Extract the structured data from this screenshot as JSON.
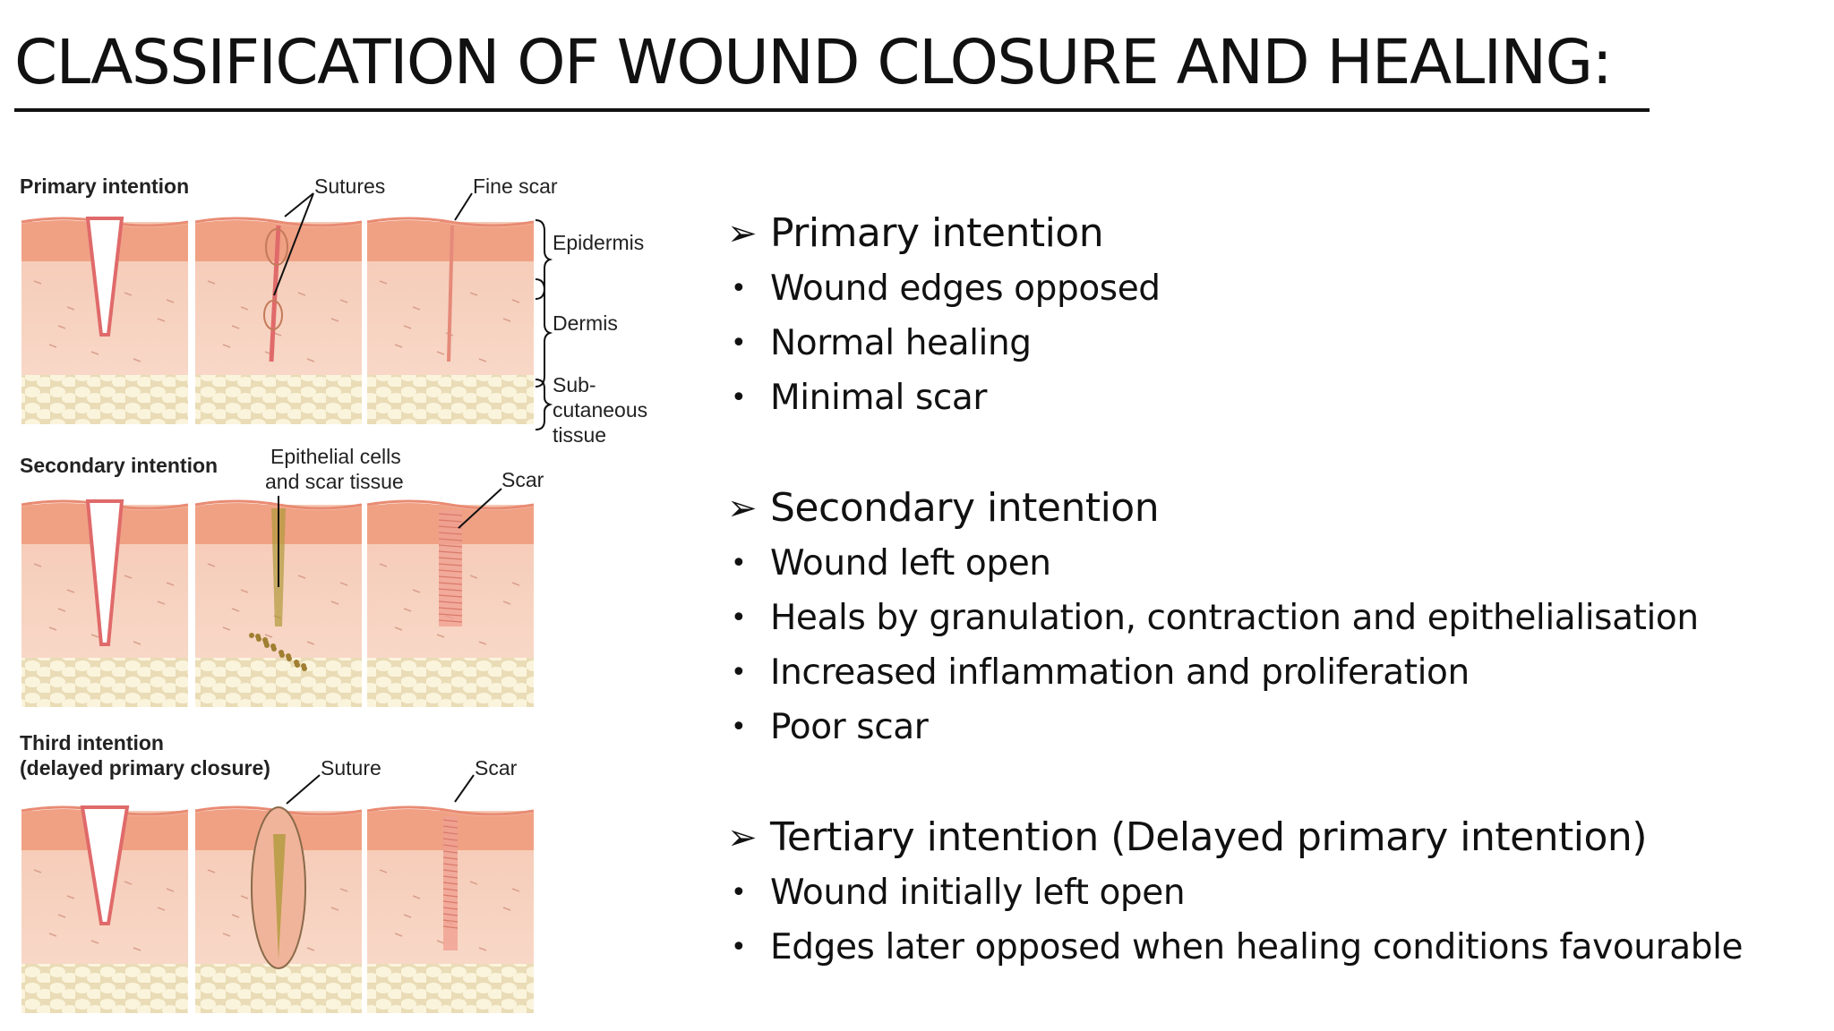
{
  "slide": {
    "title": "CLASSIFICATION OF WOUND CLOSURE AND HEALING:"
  },
  "figure": {
    "rows": [
      {
        "label": "Primary intention"
      },
      {
        "label": "Secondary intention"
      },
      {
        "label_line1": "Third intention",
        "label_line2": "(delayed primary closure)"
      }
    ],
    "annotations": {
      "sutures": "Sutures",
      "fine_scar": "Fine scar",
      "epidermis": "Epidermis",
      "dermis": "Dermis",
      "subcutaneous_1": "Sub-",
      "subcutaneous_2": "cutaneous",
      "subcutaneous_3": "tissue",
      "epithelial_1": "Epithelial cells",
      "epithelial_2": "and scar tissue",
      "scar_secondary": "Scar",
      "suture_third": "Suture",
      "scar_third": "Scar"
    },
    "colors": {
      "epidermis": "#f0a184",
      "dermis": "#f7d3c2",
      "subcutaneous": "#f6ecc9",
      "wound_edge": "#e06a6a",
      "granulation": "#b09a3a"
    }
  },
  "sections": [
    {
      "heading": "Primary intention",
      "items": [
        "Wound edges opposed",
        "Normal healing",
        "Minimal scar"
      ]
    },
    {
      "heading": "Secondary intention",
      "items": [
        "Wound left open",
        "Heals by granulation, contraction and epithelialisation",
        "Increased inflammation and proliferation",
        "Poor scar"
      ]
    },
    {
      "heading": "Tertiary intention (Delayed primary intention)",
      "items": [
        "Wound initially left open",
        "Edges later opposed when healing conditions favourable"
      ]
    }
  ],
  "icons": {
    "heading_marker": "arrow-bullet-icon",
    "item_marker": "bullet-dot-icon"
  }
}
